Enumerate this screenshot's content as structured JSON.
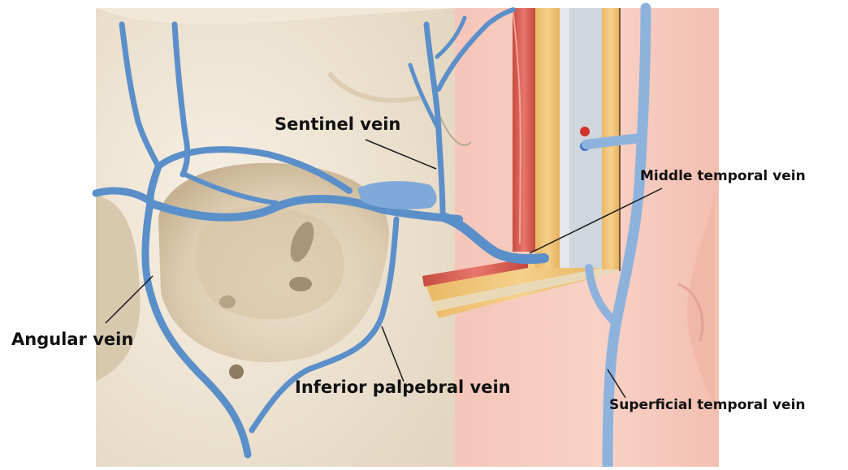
{
  "labels": {
    "sentinel": "Sentinel vein",
    "middle_temporal": "Middle temporal vein",
    "angular": "Angular vein",
    "inferior_palpebral": "Inferior palpebral vein",
    "superficial_temporal": "Superficial temporal vein"
  },
  "colors": {
    "vein": "#5b8fc9",
    "vein_highlight": "#8fb8e4",
    "bone": "#eee4d3",
    "orbit_shadow": "#cfbea3",
    "skin": "#f6c8bd",
    "muscle": "#d9665c",
    "fat": "#f0c77d",
    "fascia": "#cfd3d8",
    "leader_line": "#1a1a1a"
  }
}
